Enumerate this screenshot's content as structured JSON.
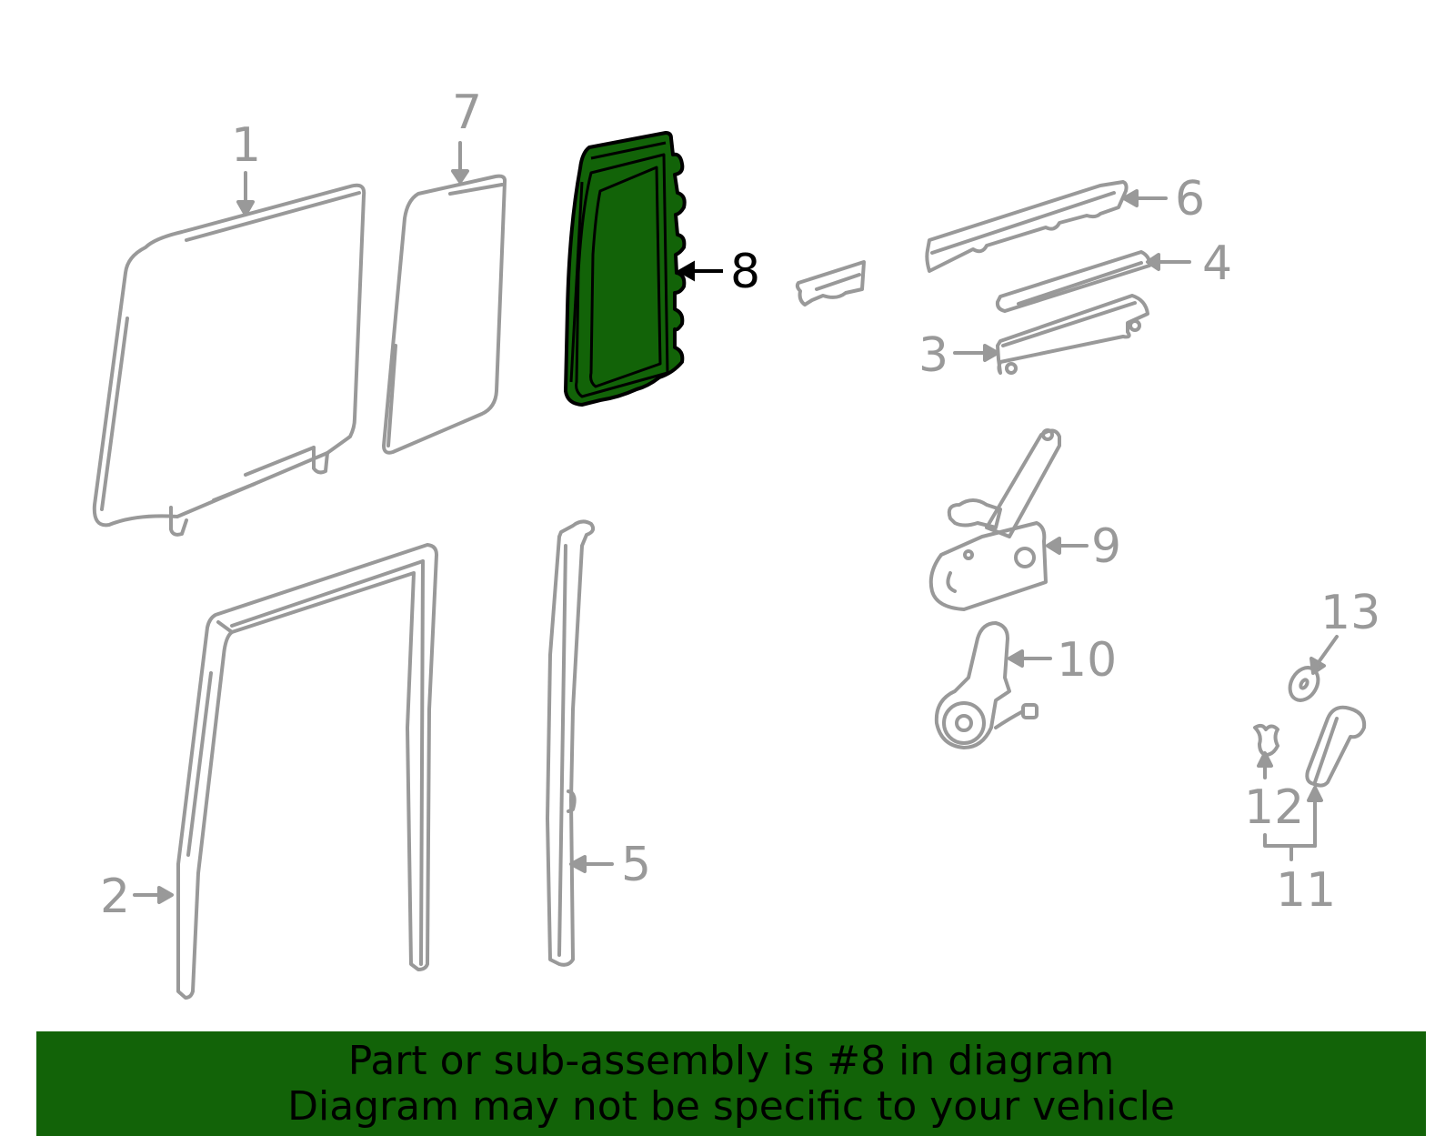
{
  "diagram": {
    "highlighted_part": "8",
    "highlight_color": "#126308",
    "line_color": "#999999",
    "callouts": [
      {
        "id": "1",
        "label": "1"
      },
      {
        "id": "2",
        "label": "2"
      },
      {
        "id": "3",
        "label": "3"
      },
      {
        "id": "4",
        "label": "4"
      },
      {
        "id": "5",
        "label": "5"
      },
      {
        "id": "6",
        "label": "6"
      },
      {
        "id": "7",
        "label": "7"
      },
      {
        "id": "8",
        "label": "8"
      },
      {
        "id": "9",
        "label": "9"
      },
      {
        "id": "10",
        "label": "10"
      },
      {
        "id": "11",
        "label": "11"
      },
      {
        "id": "12",
        "label": "12"
      },
      {
        "id": "13",
        "label": "13"
      }
    ]
  },
  "banner": {
    "line1": "Part or sub-assembly is #8 in diagram",
    "line2": "Diagram may not be specific to your vehicle",
    "background": "#126308"
  }
}
